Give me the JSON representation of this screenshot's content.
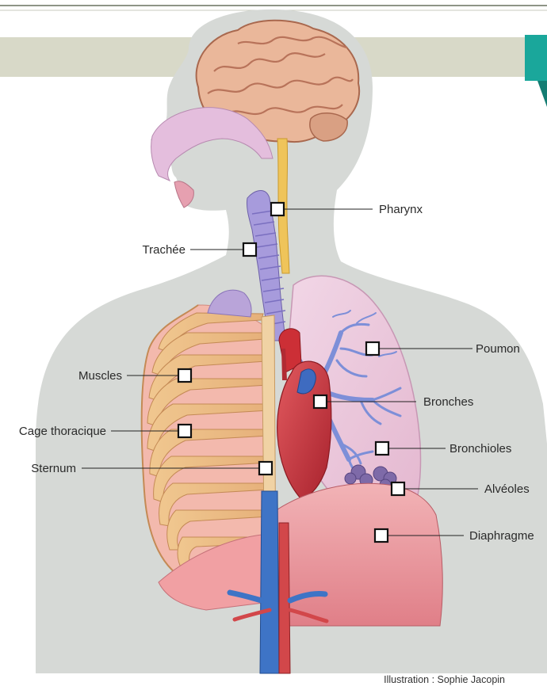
{
  "labels": {
    "pharynx": "Pharynx",
    "trachee": "Trachée",
    "poumon": "Poumon",
    "muscles": "Muscles",
    "bronches": "Bronches",
    "cage": "Cage thoracique",
    "bronchioles": "Bronchioles",
    "sternum": "Sternum",
    "alveoles": "Alvéoles",
    "diaphragme": "Diaphragme"
  },
  "credit": "Illustration : Sophie Jacopin",
  "colors": {
    "body": "#d6d9d6",
    "banner": "#d8d9c8",
    "accent": "#1aa79b",
    "brain": "#eab79a",
    "lung": "#ecc9dc",
    "rib": "#edc28a",
    "heart": "#c8323b",
    "vein": "#3e74c6"
  }
}
